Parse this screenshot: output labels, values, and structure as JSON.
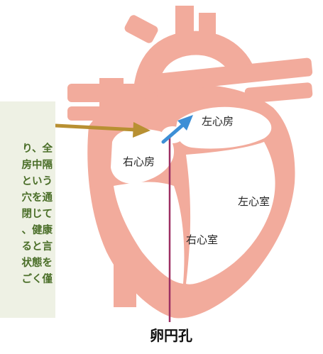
{
  "labels": {
    "right_atrium": "右心房",
    "left_atrium": "左心房",
    "right_ventricle": "右心室",
    "left_ventricle": "左心室",
    "foramen_ovale": "卵円孔"
  },
  "note": {
    "lines": [
      "り、全",
      "房中隔",
      "という",
      "穴を通",
      "閉じて",
      "、健康",
      "ると言",
      "状態を",
      "ごく僅"
    ]
  },
  "colors": {
    "heart": "#f2ab9c",
    "chambers": "#ffffff",
    "note_bg": "#eef1e4",
    "note_text": "#4a6e28",
    "arrow_gold": "#b89032",
    "arrow_blue": "#3d8fd6",
    "pointer_line": "#9c2f62"
  }
}
